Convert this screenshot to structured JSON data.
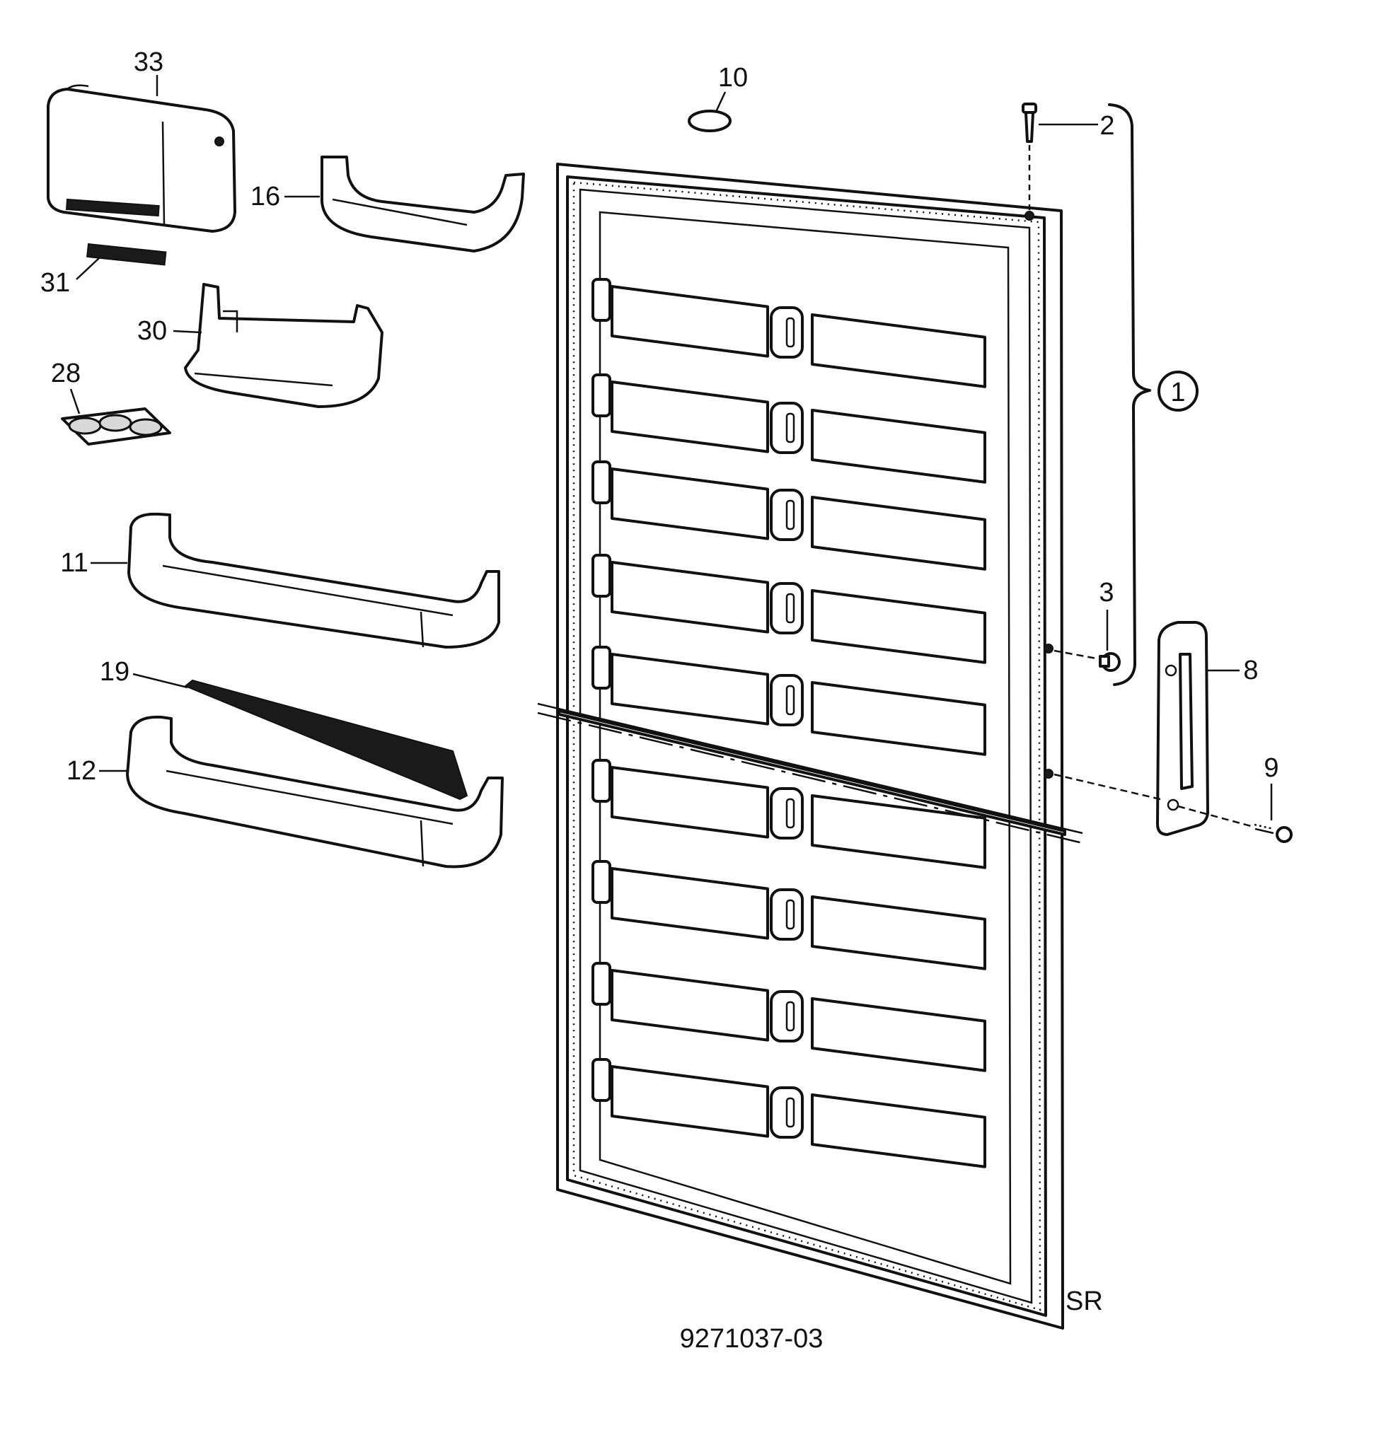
{
  "callouts": {
    "c1": "1",
    "c2": "2",
    "c3": "3",
    "c8": "8",
    "c9": "9",
    "c10": "10",
    "c11": "11",
    "c12": "12",
    "c16": "16",
    "c19": "19",
    "c28": "28",
    "c30": "30",
    "c31": "31",
    "c33": "33"
  },
  "mark": "SR",
  "drawing_number": "9271037-03",
  "colors": {
    "ink": "#111111",
    "paper": "#ffffff",
    "shade": "#d9d9d9"
  }
}
